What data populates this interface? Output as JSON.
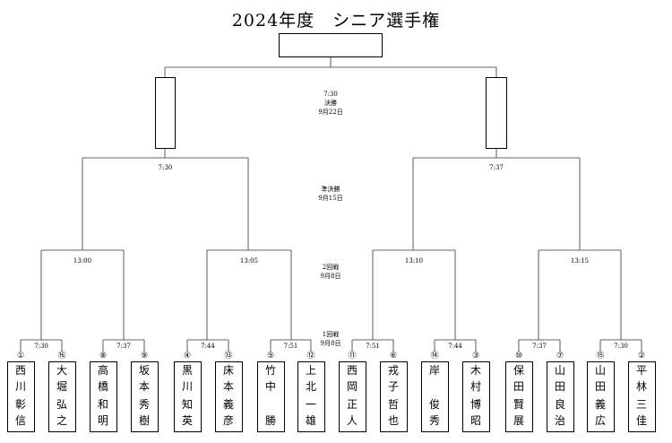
{
  "title": "2024年度　シニア選手権",
  "rounds": {
    "final": {
      "time": "7:30",
      "name": "決勝",
      "date": "9月22日"
    },
    "semi": {
      "name": "準決勝",
      "date": "9月15日"
    },
    "r2": {
      "name": "2回戦",
      "date": "9月8日"
    },
    "r1": {
      "name": "1回戦",
      "date": "9月8日"
    }
  },
  "semi_times": [
    "7:30",
    "7:37"
  ],
  "r2_times": [
    "13:00",
    "13:05",
    "13:10",
    "13:15"
  ],
  "r1_times": [
    "7:30",
    "7:37",
    "7:44",
    "7:51",
    "7:51",
    "7:44",
    "7:37",
    "7:30"
  ],
  "players": [
    {
      "seed": "①",
      "lines": [
        "西",
        "川",
        "彰",
        "信"
      ]
    },
    {
      "seed": "⑯",
      "lines": [
        "大",
        "堀",
        "弘",
        "之"
      ]
    },
    {
      "seed": "⑧",
      "lines": [
        "高",
        "橋",
        "和",
        "明"
      ]
    },
    {
      "seed": "⑨",
      "lines": [
        "坂",
        "本",
        "秀",
        "樹"
      ]
    },
    {
      "seed": "④",
      "lines": [
        "黒",
        "川",
        "知",
        "英"
      ]
    },
    {
      "seed": "⑬",
      "lines": [
        "床",
        "本",
        "義",
        "彦"
      ]
    },
    {
      "seed": "⑤",
      "lines": [
        "竹",
        "中",
        "",
        "勝"
      ]
    },
    {
      "seed": "⑫",
      "lines": [
        "上",
        "北",
        "一",
        "雄"
      ]
    },
    {
      "seed": "⑪",
      "lines": [
        "西",
        "岡",
        "正",
        "人"
      ]
    },
    {
      "seed": "⑥",
      "lines": [
        "戎",
        "子",
        "哲",
        "也"
      ]
    },
    {
      "seed": "⑭",
      "lines": [
        "岸",
        "",
        "俊",
        "秀"
      ]
    },
    {
      "seed": "③",
      "lines": [
        "木",
        "村",
        "博",
        "昭"
      ]
    },
    {
      "seed": "⑩",
      "lines": [
        "保",
        "田",
        "賢",
        "展"
      ]
    },
    {
      "seed": "⑦",
      "lines": [
        "山",
        "田",
        "良",
        "治"
      ]
    },
    {
      "seed": "⑮",
      "lines": [
        "山",
        "田",
        "義",
        "広"
      ]
    },
    {
      "seed": "②",
      "lines": [
        "平",
        "林",
        "三",
        "佳"
      ]
    }
  ]
}
